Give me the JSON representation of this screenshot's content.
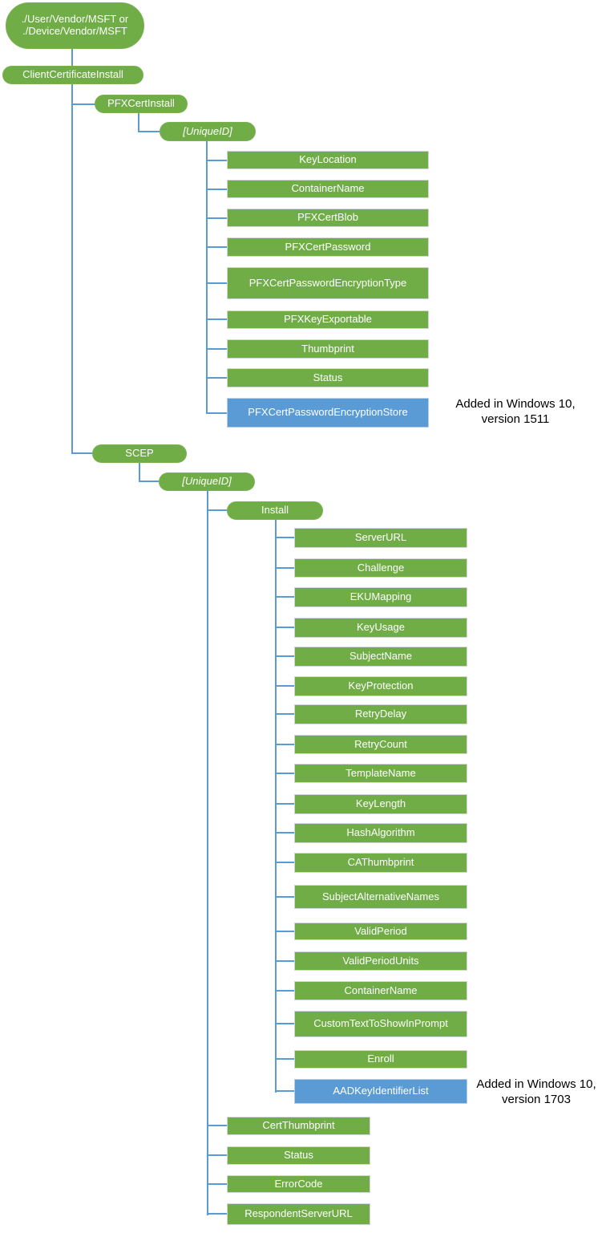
{
  "colors": {
    "node_green": "#70AD47",
    "node_blue": "#5B9BD5",
    "connector_blue": "#5B9BD5",
    "node_text": "#FFFFFF",
    "annotation_text": "#000000"
  },
  "root": {
    "line1": "./User/Vendor/MSFT or",
    "line2": "./Device/Vendor/MSFT"
  },
  "nodes": {
    "client_certificate_install": "ClientCertificateInstall",
    "pfx_cert_install": "PFXCertInstall",
    "pfx_unique_id": "[UniqueID]",
    "scep": "SCEP",
    "scep_unique_id": "[UniqueID]",
    "install": "Install"
  },
  "pfx_children": [
    "KeyLocation",
    "ContainerName",
    "PFXCertBlob",
    "PFXCertPassword",
    "PFXCertPasswordEncryptionType",
    "PFXKeyExportable",
    "Thumbprint",
    "Status",
    "PFXCertPasswordEncryptionStore"
  ],
  "install_children": [
    "ServerURL",
    "Challenge",
    "EKUMapping",
    "KeyUsage",
    "SubjectName",
    "KeyProtection",
    "RetryDelay",
    "RetryCount",
    "TemplateName",
    "KeyLength",
    "HashAlgorithm",
    "CAThumbprint",
    "SubjectAlternativeNames",
    "ValidPeriod",
    "ValidPeriodUnits",
    "ContainerName",
    "CustomTextToShowInPrompt",
    "Enroll",
    "AADKeyIdentifierList"
  ],
  "scep_tail_children": [
    "CertThumbprint",
    "Status",
    "ErrorCode",
    "RespondentServerURL"
  ],
  "annotations": {
    "v1511": {
      "line1": "Added in Windows 10,",
      "line2": "version 1511"
    },
    "v1703": {
      "line1": "Added in Windows 10,",
      "line2": "version 1703"
    }
  }
}
